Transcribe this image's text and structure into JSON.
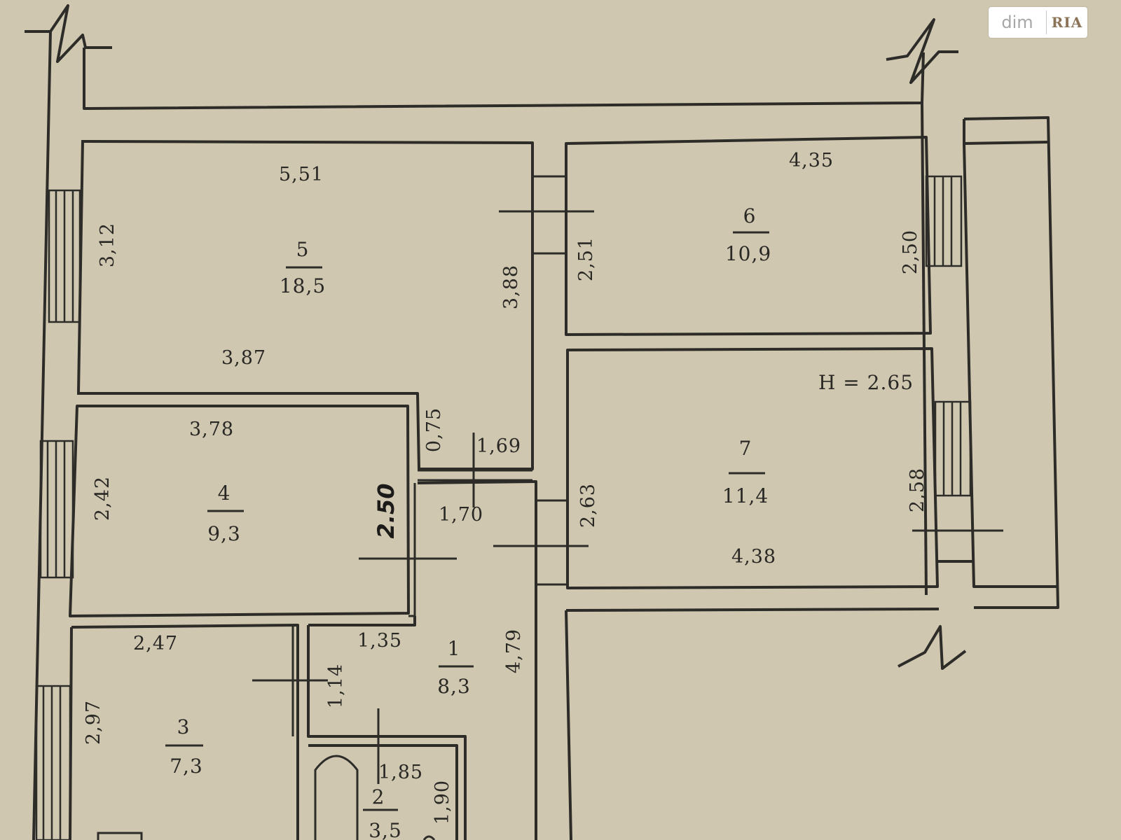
{
  "watermark": {
    "left_text": "dim",
    "right_text": "RIA"
  },
  "rooms": [
    {
      "id": "room-5",
      "number": "5",
      "area": "18,5"
    },
    {
      "id": "room-6",
      "number": "6",
      "area": "10,9"
    },
    {
      "id": "room-4",
      "number": "4",
      "area": "9,3"
    },
    {
      "id": "room-7",
      "number": "7",
      "area": "11,4"
    },
    {
      "id": "room-1",
      "number": "1",
      "area": "8,3"
    },
    {
      "id": "room-3",
      "number": "3",
      "area": "7,3"
    },
    {
      "id": "room-2",
      "number": "2",
      "area": "3,5"
    }
  ],
  "dimensions": [
    "5,51",
    "3,12",
    "3,87",
    "3,88",
    "4,35",
    "2,51",
    "2,50",
    "3,78",
    "2,42",
    "0,75",
    "1,69",
    "1,70",
    "2,63",
    "2,58",
    "4,38",
    "2,47",
    "1,35",
    "2,97",
    "1,14",
    "4,79",
    "1,85",
    "1,90"
  ],
  "ceiling_height": "H = 2.65",
  "handwritten_note": "2.50"
}
